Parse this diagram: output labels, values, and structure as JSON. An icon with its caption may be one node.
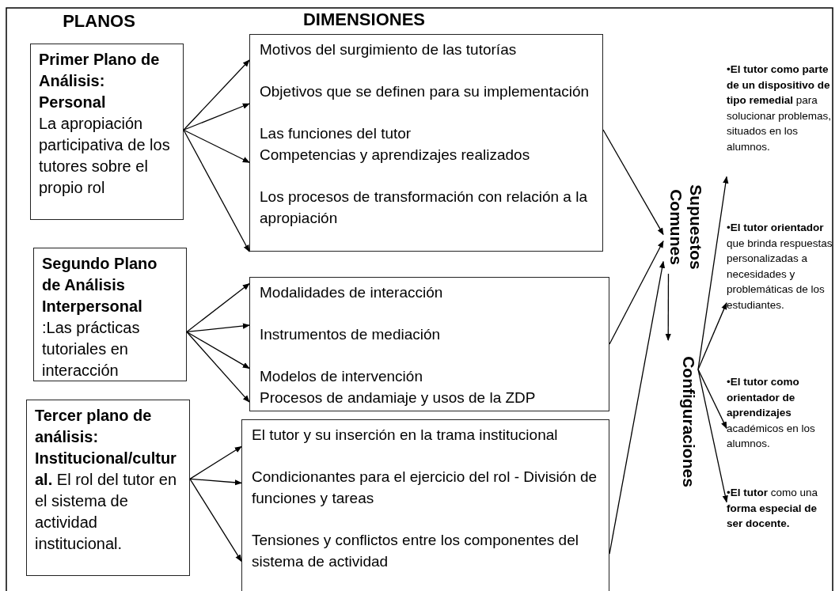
{
  "diagram": {
    "nodes": [
      {
        "text": [
          "Primer Plano de Análisis: Personal",
          "La apropiación participativa de los tutores sobre el propio rol"
        ]
      },
      {
        "text": [
          "Segundo Plano de Análisis Interpersonal",
          ":Las prácticas tutoriales en interacción"
        ]
      },
      {
        "text": [
          "Tercer plano de análisis: Institucional/cultural.",
          "El rol del tutor en el sistema de actividad institucional."
        ]
      },
      {
        "text": [
          "Motivos del surgimiento de las tutorías",
          "Objetivos que se definen para su implementación",
          "Las funciones del tutor",
          "Competencias y aprendizajes realizados",
          "Los procesos de transformación con relación a la apropiación"
        ]
      },
      {
        "text": [
          "Modalidades de interacción",
          "Instrumentos de mediación",
          "Modelos de intervención",
          "Procesos de andamiaje y usos de la ZDP"
        ]
      },
      {
        "text": [
          "El tutor y su inserción en la trama institucional",
          "Condicionantes para el ejercicio del rol - División de funciones y tareas",
          "Tensiones y conflictos entre los componentes del sistema de actividad"
        ]
      },
      {
        "text": [
          "Supuestos Comunes"
        ]
      },
      {
        "text": [
          "Configuraciones"
        ]
      },
      {
        "text": [
          "•**El tutor como parte de un dispositivo de tipo remedial** para solucionar problemas, situados en los alumnos."
        ]
      },
      {
        "text": [
          "•**El tutor orientador** que brinda respuestas personalizadas a necesidades y problemáticas de los estudiantes."
        ]
      },
      {
        "text": [
          "•**El tutor como orientador de aprendizajes** académicos en los alumnos."
        ]
      },
      {
        "text": [
          "•**El tutor** como una **forma especial de ser docente.**"
        ]
      }
    ],
    "edges": [
      {
        "from": 0,
        "to": 3,
        "arrow": "to"
      },
      {
        "from": 0,
        "to": 3,
        "arrow": "to"
      },
      {
        "from": 0,
        "to": 3,
        "arrow": "to"
      },
      {
        "from": 0,
        "to": 3,
        "arrow": "to"
      },
      {
        "from": 1,
        "to": 4,
        "arrow": "to"
      },
      {
        "from": 1,
        "to": 4,
        "arrow": "to"
      },
      {
        "from": 1,
        "to": 4,
        "arrow": "to"
      },
      {
        "from": 1,
        "to": 4,
        "arrow": "to"
      },
      {
        "from": 2,
        "to": 5,
        "arrow": "to"
      },
      {
        "from": 2,
        "to": 5,
        "arrow": "to"
      },
      {
        "from": 2,
        "to": 5,
        "arrow": "to"
      },
      {
        "from": 3,
        "to": 6,
        "arrow": "to"
      },
      {
        "from": 4,
        "to": 6,
        "arrow": "to"
      },
      {
        "from": 5,
        "to": 6,
        "arrow": "to"
      },
      {
        "from": 6,
        "to": 7,
        "arrow": "to"
      },
      {
        "from": 7,
        "to": 8,
        "arrow": "to"
      },
      {
        "from": 7,
        "to": 9,
        "arrow": "to"
      },
      {
        "from": 7,
        "to": 10,
        "arrow": "to"
      },
      {
        "from": 7,
        "to": 11,
        "arrow": "to"
      }
    ],
    "labels": [
      "PLANOS",
      "DIMENSIONES"
    ]
  }
}
